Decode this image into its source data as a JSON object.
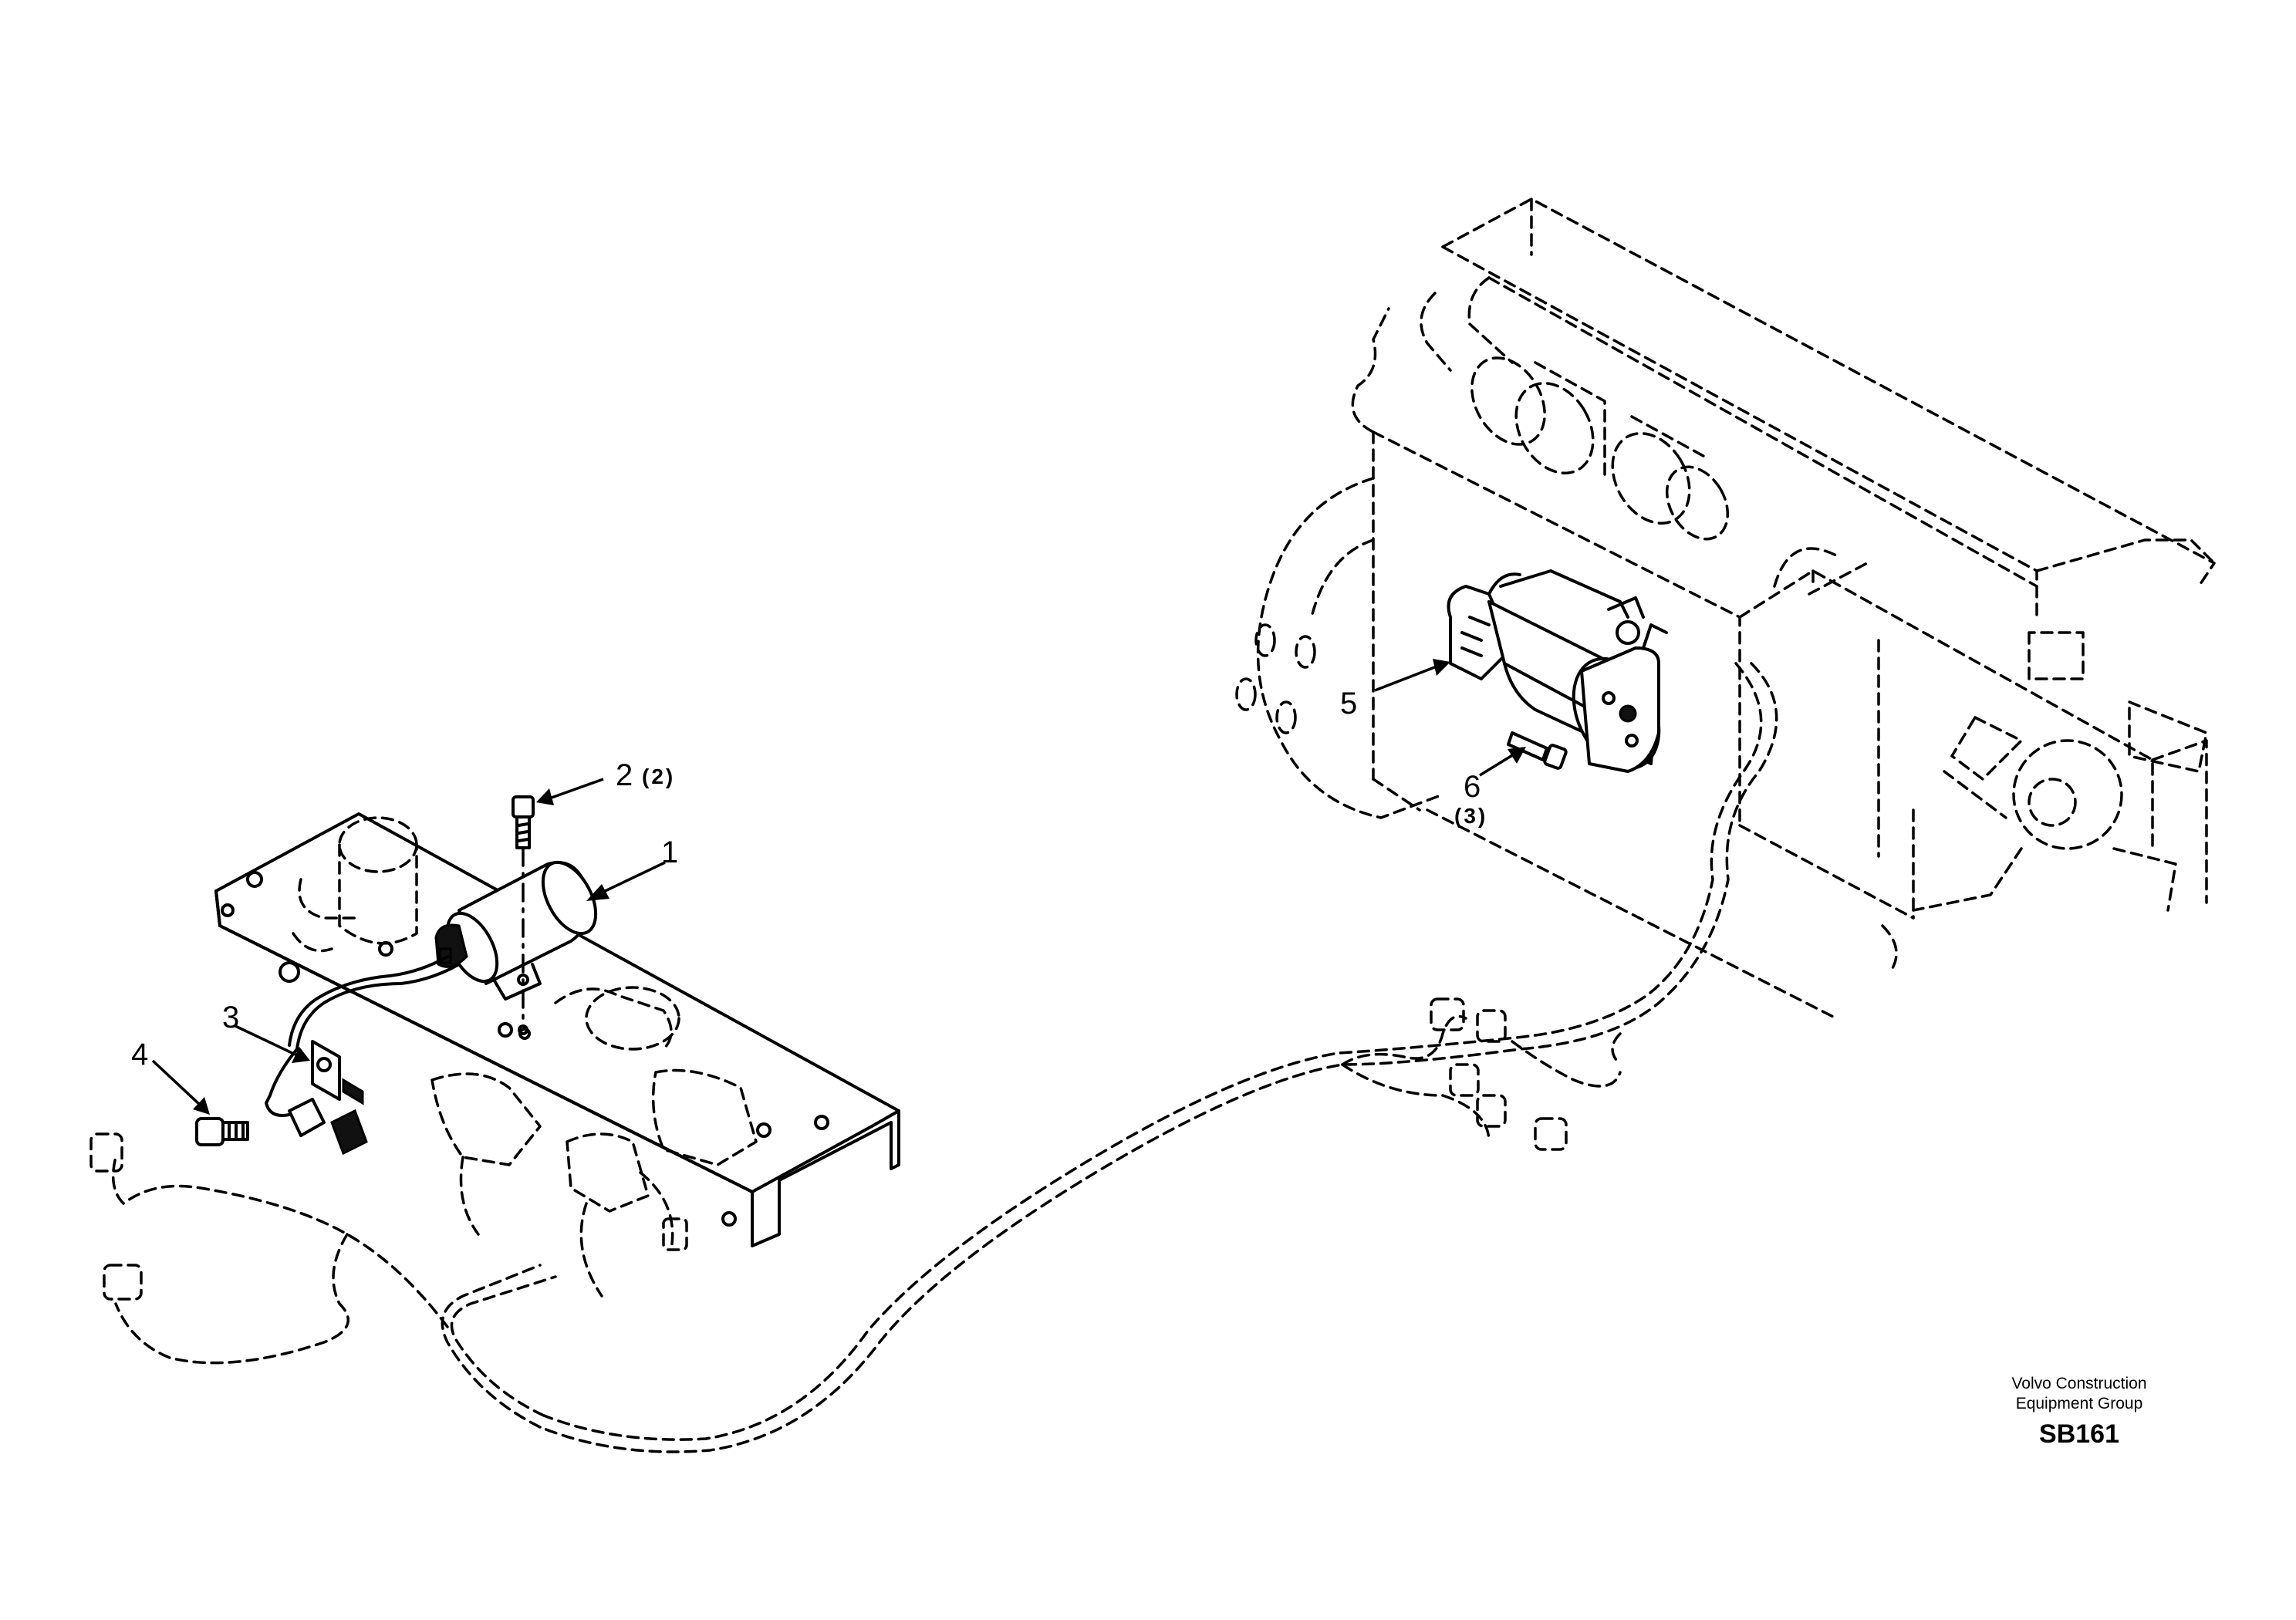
{
  "callouts": [
    {
      "id": "1",
      "label": "1",
      "qty": ""
    },
    {
      "id": "2",
      "label": "2",
      "qty": "(2)"
    },
    {
      "id": "3",
      "label": "3",
      "qty": ""
    },
    {
      "id": "4",
      "label": "4",
      "qty": ""
    },
    {
      "id": "5",
      "label": "5",
      "qty": ""
    },
    {
      "id": "6",
      "label": "6",
      "qty": "(3)"
    }
  ],
  "title_block": {
    "company_line1": "Volvo Construction",
    "company_line2": "Equipment Group",
    "drawing_code": "SB161"
  }
}
